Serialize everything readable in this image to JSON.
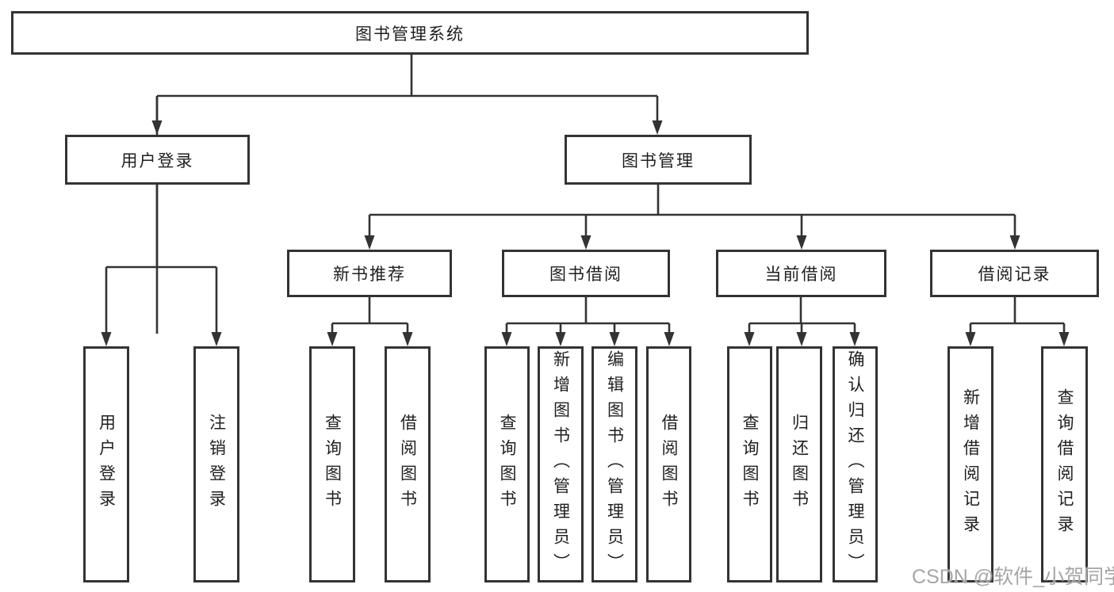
{
  "diagram": {
    "root": {
      "label": "图书管理系统"
    },
    "branches": [
      {
        "label": "用户登录",
        "children": [
          {
            "label": "用户登录"
          },
          {
            "label": "注销登录"
          }
        ]
      },
      {
        "label": "图书管理",
        "children": [
          {
            "label": "新书推荐",
            "children": [
              {
                "label": "查询图书"
              },
              {
                "label": "借阅图书"
              }
            ]
          },
          {
            "label": "图书借阅",
            "children": [
              {
                "label": "查询图书"
              },
              {
                "label": "新增图书（管理员）"
              },
              {
                "label": "编辑图书（管理员）"
              },
              {
                "label": "借阅图书"
              }
            ]
          },
          {
            "label": "当前借阅",
            "children": [
              {
                "label": "查询图书"
              },
              {
                "label": "归还图书"
              },
              {
                "label": "确认归还（管理员）"
              }
            ]
          },
          {
            "label": "借阅记录",
            "children": [
              {
                "label": "新增借阅记录"
              },
              {
                "label": "查询借阅记录"
              }
            ]
          }
        ]
      }
    ]
  },
  "watermark": {
    "text": "CSDN @软件_小贺同学"
  },
  "colors": {
    "line": "#333333",
    "text": "#1f1f1f",
    "watermark": "#a6a6a6",
    "bg": "#ffffff"
  }
}
